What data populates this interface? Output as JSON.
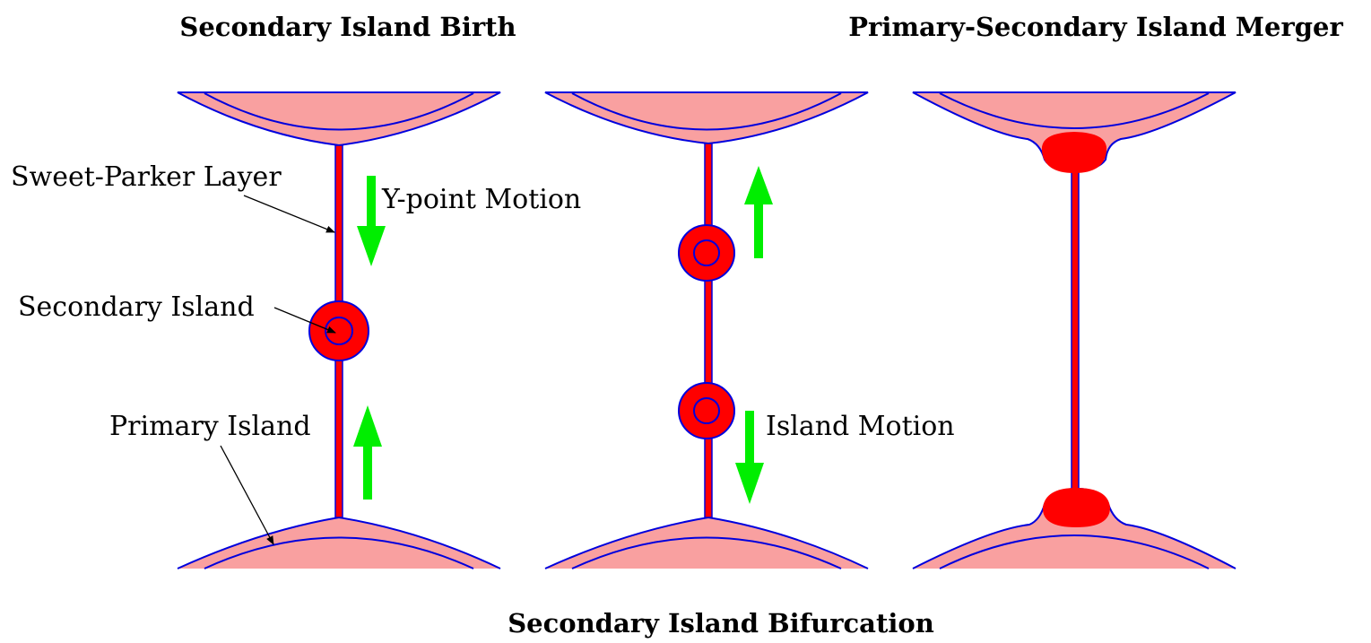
{
  "titles": {
    "panel_1": "Secondary Island Birth",
    "panel_2": "Secondary Island Bifurcation",
    "panel_3": "Primary-Secondary Island Merger"
  },
  "labels": {
    "sweet_parker_layer": "Sweet-Parker Layer",
    "y_point_motion": "Y-point Motion",
    "secondary_island": "Secondary Island",
    "primary_island": "Primary Island",
    "island_motion": "Island Motion"
  },
  "colors": {
    "primary_island_fill": "#f9a0a0",
    "plasma_red": "#ff0000",
    "field_line_blue": "#0000dd",
    "arrow_green": "#00ee00",
    "annotation_arrow": "#000000"
  }
}
